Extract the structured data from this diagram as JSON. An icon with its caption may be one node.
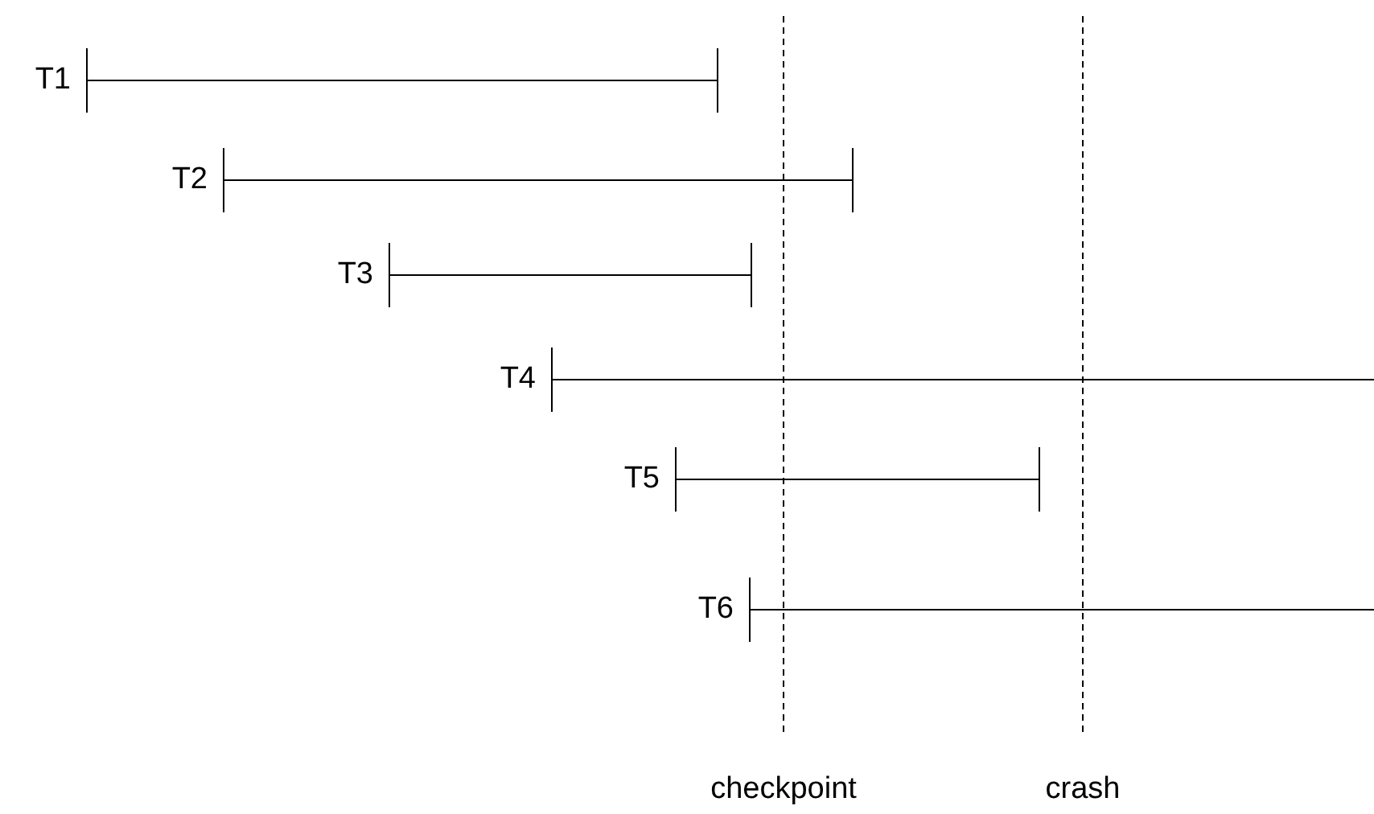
{
  "diagram": {
    "labels": [
      "T1",
      "T2",
      "T3",
      "T4",
      "T5",
      "T6",
      "checkpoint",
      "crash"
    ]
  }
}
